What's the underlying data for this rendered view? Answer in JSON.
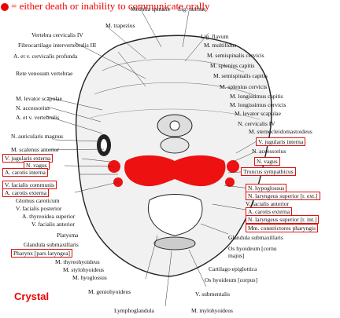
{
  "header": {
    "legend_text": "= either death or inability to communicate orally"
  },
  "credit": "Crystal",
  "labels": {
    "top_cut": "Medulla spinalis",
    "top_cut_right": "Lig. nuchae",
    "m_trapezius": "M. trapezius",
    "lig_flavum": "Lig. flavum",
    "vert_cerv_iv": "Vertebra cervicalis IV",
    "m_multifidus": "M. multifidus",
    "fibrocart": "Fibrocartilago intervertebralis III",
    "m_semispinalis_cerv": "M. semispinalis cervicis",
    "a_v_cerv_prof": "A. et v. cervicalis profunda",
    "m_splenius_cap": "M. splenius capitis",
    "m_semispinalis_cap": "M. semispinalis capitis",
    "rete_venosum": "Rete venosum vertebrae",
    "m_splenius_cerv": "M. splenius cervicis",
    "m_longissimus_cap": "M. longissimus capitis",
    "m_longissimus_cerv": "M. longissimus cervicis",
    "m_levator_scap_l": "M. levator scapulae",
    "m_levator_scap_r": "M. levator scapulae",
    "n_accessorius_l": "N. accessorius",
    "a_v_vertebralis": "A. et v. vertebralis",
    "n_cervicalis_iv": "N. cervicalis IV",
    "n_auric_magnus": "N. auricularis magnus",
    "m_scm": "M. sternocleidomastoideus",
    "m_scalenus_ant": "M. scalenus anterior",
    "v_jug_int_r": "V. jugularis interna",
    "v_jug_ext": "V. jugularis externa",
    "n_accessorius_r": "N. accessorius",
    "n_vagus_l": "N. vagus",
    "n_vagus_r": "N. vagus",
    "a_carotis_int": "A. carotis interna",
    "truncus_symp": "Truncus sympathicus",
    "v_facialis_comm": "V. facialis communis",
    "n_hypoglossus": "N. hypoglossus",
    "a_carotis_ext_l": "A. carotis externa",
    "n_laryngeus_ext": "N. laryngeus superior [r. ext.]",
    "glomus_caroticum": "Glomus caroticum",
    "v_facialis_ant": "V. facialis anterior",
    "v_facialis_post": "V. facialis posterior",
    "a_carotis_ext_r": "A. carotis externa",
    "a_thyreoidea_sup": "A. thyreoidea superior",
    "n_laryngeus_int": "N. laryngeus superior [r. int.]",
    "v_facialis_ant_l": "V. facialis anterior",
    "mm_constrictores": "Mm. constrictores pharyngis",
    "platysma": "Platysma",
    "gl_submax_l": "Glandula submaxillaris",
    "gl_submax_r": "Glandula submaxillaris",
    "pharynx": "Pharynx [pars laryngea]",
    "os_hyoid_cornu": "Os hyoideum [cornu majus]",
    "m_thyreohyoideus": "M. thyreohyoideus",
    "m_stylohyoideus": "M. stylohyoideus",
    "cart_epiglottica": "Cartilago epiglottica",
    "m_hyoglossus": "M. hyoglossus",
    "os_hyoid_corpus": "Os hyoideum [corpus]",
    "m_geniohyoideus": "M. geniohyoideus",
    "v_submentalis": "V. submentalis",
    "lymphoglandula": "Lymphoglandula",
    "m_mylohyoideus": "M. mylohyoideus"
  },
  "colors": {
    "highlight": "#ee1111",
    "box_border": "#d11111",
    "ink": "#111111"
  }
}
